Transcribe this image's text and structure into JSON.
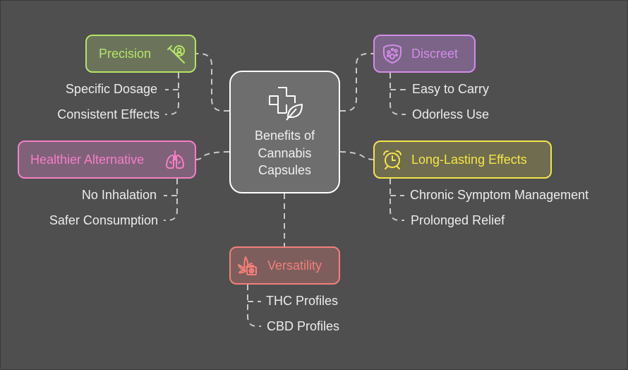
{
  "center": {
    "title_lines": [
      "Benefits of",
      "Cannabis",
      "Capsules"
    ],
    "icon": "medical-cross-leaf-icon"
  },
  "branches": [
    {
      "id": "precision",
      "label": "Precision",
      "icon": "syringe-pill-icon",
      "color": "#b5e467",
      "side": "left",
      "leaves": [
        "Specific Dosage",
        "Consistent Effects"
      ]
    },
    {
      "id": "discreet",
      "label": "Discreet",
      "icon": "shield-dots-icon",
      "color": "#d48ce9",
      "side": "right",
      "leaves": [
        "Easy to Carry",
        "Odorless Use"
      ]
    },
    {
      "id": "healthier-alternative",
      "label": "Healthier Alternative",
      "icon": "lungs-icon",
      "color": "#f47fc6",
      "side": "left",
      "leaves": [
        "No Inhalation",
        "Safer Consumption"
      ]
    },
    {
      "id": "long-lasting-effects",
      "label": "Long-Lasting Effects",
      "icon": "alarm-clock-icon",
      "color": "#f4e54a",
      "side": "right",
      "leaves": [
        "Chronic Symptom Management",
        "Prolonged Relief"
      ]
    },
    {
      "id": "versatility",
      "label": "Versatility",
      "icon": "cannabis-leaf-medkit-icon",
      "color": "#f47f79",
      "side": "bottom",
      "leaves": [
        "THC Profiles",
        "CBD Profiles"
      ]
    }
  ]
}
